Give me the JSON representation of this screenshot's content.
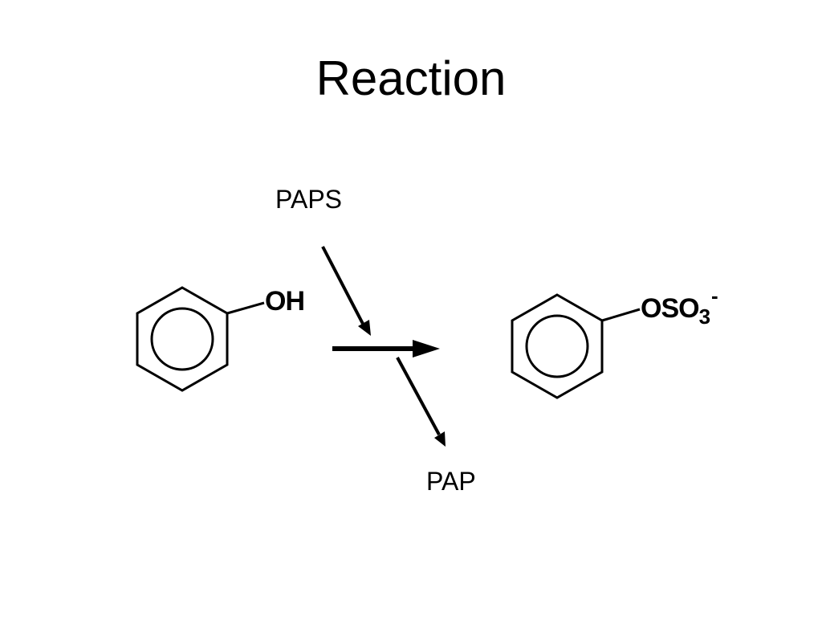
{
  "title": "Reaction",
  "reagent_in": "PAPS",
  "reagent_out": "PAP",
  "reactant": {
    "group": "OH"
  },
  "product": {
    "group_main": "OSO",
    "group_subscript": "3",
    "group_charge": "-"
  }
}
